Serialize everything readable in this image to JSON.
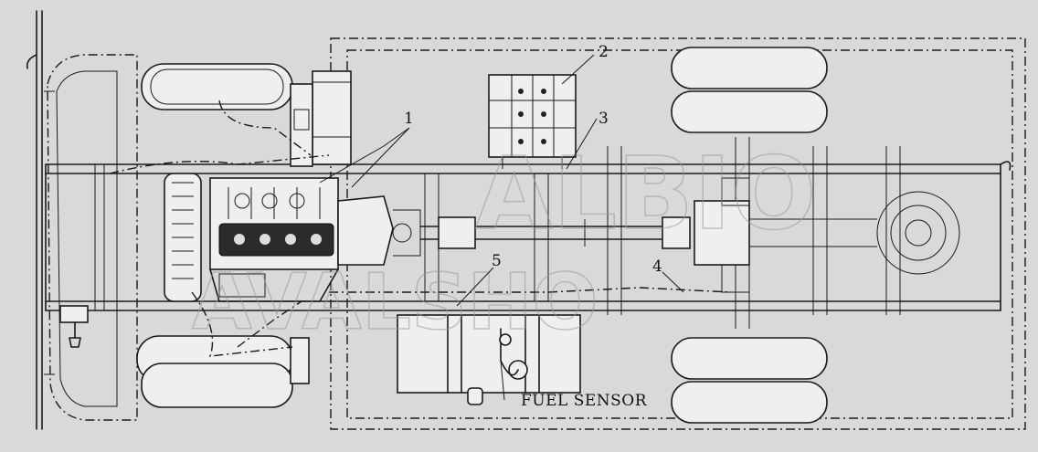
{
  "diagram": {
    "callouts": [
      "1",
      "2",
      "3",
      "4",
      "5"
    ],
    "sensor_label": "FUEL SENSOR",
    "watermark_lines": [
      "ALBIO",
      "AVALSHO"
    ],
    "colors": {
      "background": "#d9d9d9",
      "line": "#1a1a1a",
      "watermark": "#9a9a9a"
    }
  }
}
